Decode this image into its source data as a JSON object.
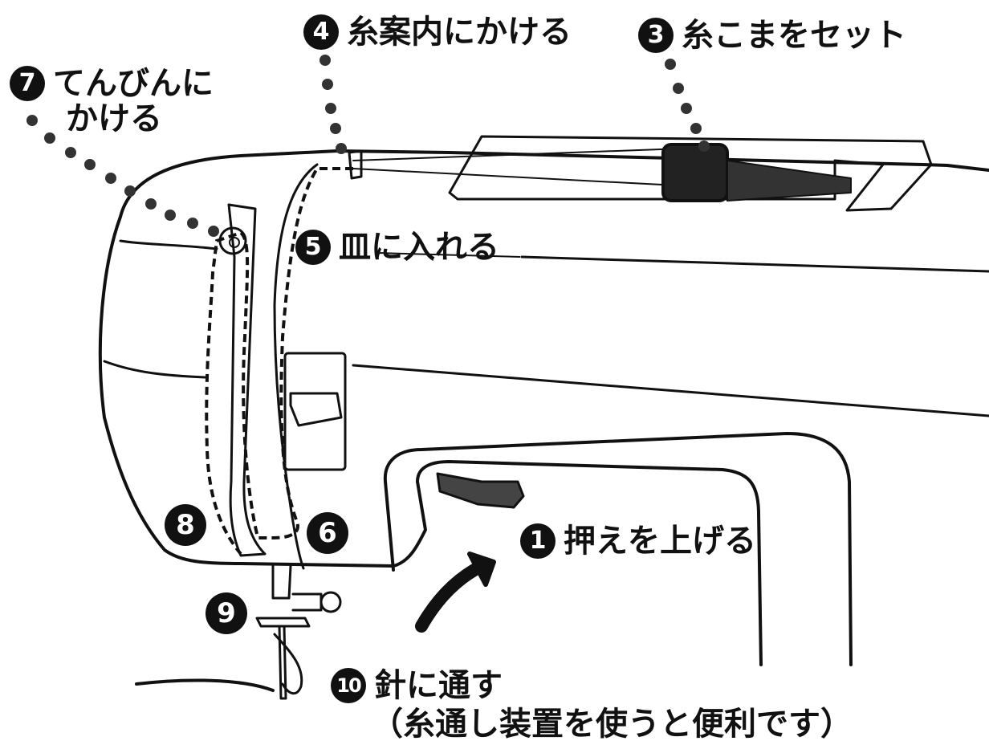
{
  "steps": {
    "s1": {
      "num": "1",
      "text": "押えを上げる"
    },
    "s3": {
      "num": "3",
      "text": "糸こまをセット"
    },
    "s4": {
      "num": "4",
      "text": "糸案内にかける"
    },
    "s5": {
      "num": "5",
      "text": "皿に入れる"
    },
    "s6": {
      "num": "6"
    },
    "s7": {
      "num": "7",
      "line1": "てんびんに",
      "line2": "かける"
    },
    "s8": {
      "num": "8"
    },
    "s9": {
      "num": "9"
    },
    "s10": {
      "num": "10",
      "line1": "針に通す",
      "line2": "（糸通し装置を使うと便利です）"
    }
  }
}
